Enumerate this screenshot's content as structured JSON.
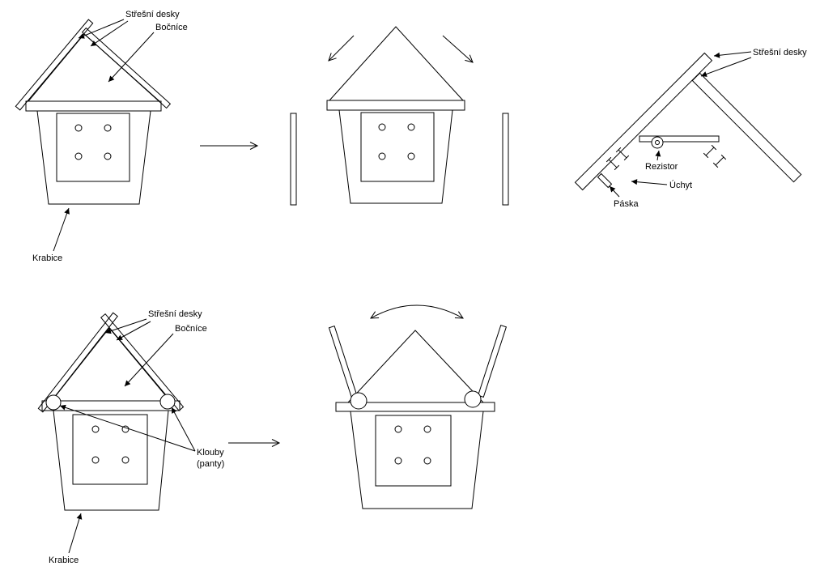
{
  "diagram": {
    "background_color": "#ffffff",
    "line_color": "#000000",
    "panel_assembled": {
      "label_roof_boards": "Střešní desky",
      "label_side_panels": "Bočníce",
      "label_box": "Krabice"
    },
    "panel_roof_removed": {},
    "panel_roof_detail": {
      "label_roof_boards": "Střešní desky",
      "label_resistor": "Rezistor",
      "label_mount": "Úchyt",
      "label_tape": "Páska"
    },
    "panel_hinged": {
      "label_roof_boards": "Střešní desky",
      "label_side_panels": "Bočníce",
      "label_hinges_line1": "Klouby",
      "label_hinges_line2": "(panty)",
      "label_box": "Krabice"
    }
  }
}
